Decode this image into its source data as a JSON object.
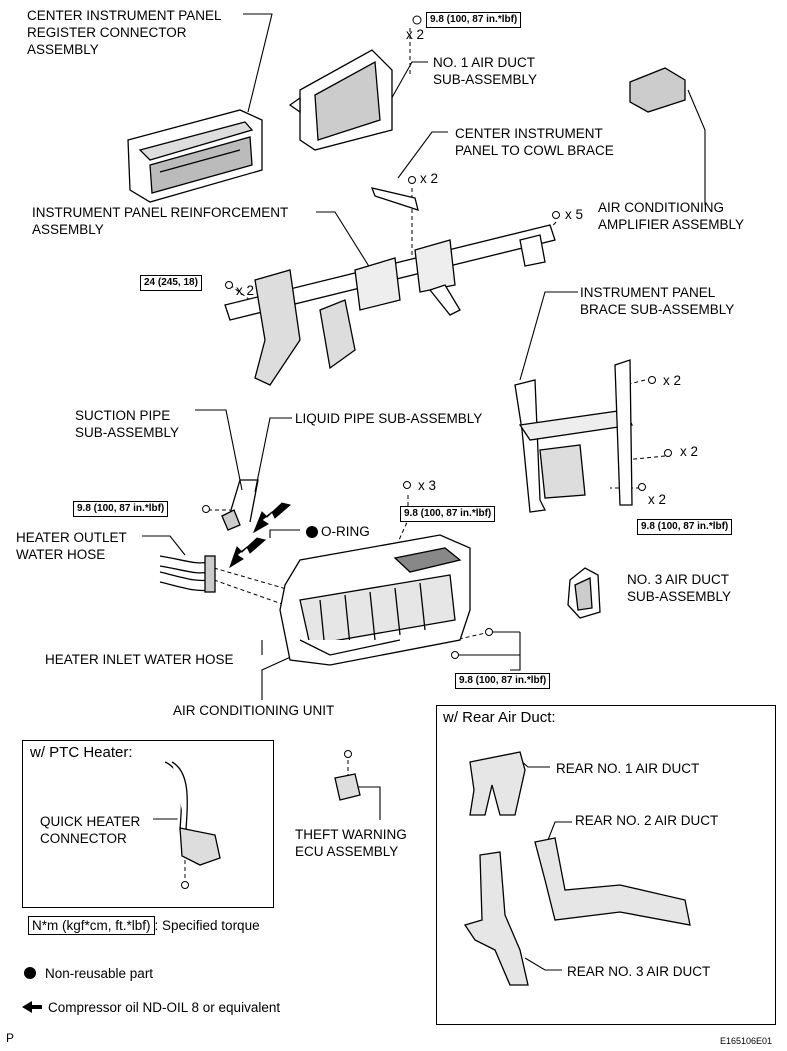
{
  "labels": {
    "register_connector": [
      "CENTER INSTRUMENT PANEL",
      "REGISTER CONNECTOR",
      "ASSEMBLY"
    ],
    "no1_air_duct": [
      "NO. 1 AIR DUCT",
      "SUB-ASSEMBLY"
    ],
    "cowl_brace": [
      "CENTER INSTRUMENT",
      "PANEL TO COWL BRACE"
    ],
    "reinforcement": [
      "INSTRUMENT PANEL REINFORCEMENT",
      "ASSEMBLY"
    ],
    "amplifier": [
      "AIR CONDITIONING",
      "AMPLIFIER ASSEMBLY"
    ],
    "brace_sub": [
      "INSTRUMENT PANEL",
      "BRACE SUB-ASSEMBLY"
    ],
    "suction_pipe": [
      "SUCTION PIPE",
      "SUB-ASSEMBLY"
    ],
    "liquid_pipe": "LIQUID PIPE SUB-ASSEMBLY",
    "o_ring": "O-RING",
    "heater_outlet": [
      "HEATER OUTLET",
      "WATER HOSE"
    ],
    "no3_air_duct": [
      "NO. 3 AIR DUCT",
      "SUB-ASSEMBLY"
    ],
    "heater_inlet": "HEATER INLET WATER HOSE",
    "ac_unit": "AIR CONDITIONING UNIT",
    "theft_ecu": [
      "THEFT WARNING",
      "ECU ASSEMBLY"
    ],
    "quick_heater": [
      "QUICK HEATER",
      "CONNECTOR"
    ],
    "rear_no1": "REAR NO. 1 AIR DUCT",
    "rear_no2": "REAR NO. 2 AIR DUCT",
    "rear_no3": "REAR NO. 3 AIR DUCT"
  },
  "torques": {
    "t_top": "9.8 (100, 87 in.*lbf)",
    "t_24": "24 (245, 18)",
    "t_pipe": "9.8 (100, 87 in.*lbf)",
    "t_mid": "9.8 (100, 87 in.*lbf)",
    "t_brace": "9.8 (100, 87 in.*lbf)",
    "t_unit": "9.8 (100, 87 in.*lbf)"
  },
  "quantities": {
    "q_top": "x 2",
    "q_cowl": "x 2",
    "q_reinf_right": "x 5",
    "q_24": "x 2",
    "q_brace1": "x 2",
    "q_brace2": "x 2",
    "q_brace3": "x 2",
    "q_mid": "x 3"
  },
  "panels": {
    "ptc_title": "w/ PTC Heater:",
    "rear_title": "w/ Rear Air Duct:"
  },
  "legend": {
    "torque_box": "N*m (kgf*cm, ft.*lbf)",
    "torque_text": ": Specified torque",
    "non_reusable": "Non-reusable part",
    "compressor_oil": "Compressor oil ND-OIL 8 or equivalent"
  },
  "footer": {
    "left": "P",
    "right": "E165106E01"
  }
}
